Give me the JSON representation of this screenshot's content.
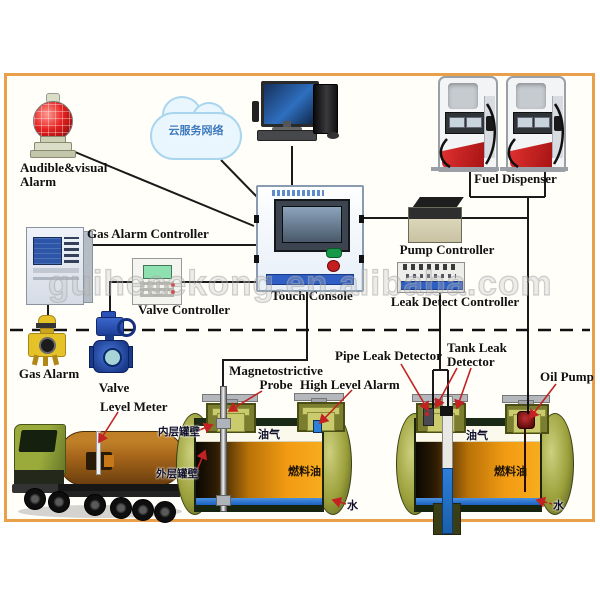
{
  "watermark": "guihecekong.en.alibaba.com",
  "colors": {
    "frame_border": "#E8A04B",
    "line_black": "#1A1A1A",
    "annotation_red": "#CC2222",
    "tank_olive": "#9BA03B",
    "fuel_orange": "#F29B12",
    "water_blue": "#1E6FD0",
    "cloud_text_blue": "#3A7ABF",
    "beacon_red": "#E52020",
    "valve_blue": "#2A52B8",
    "gas_alarm_yellow": "#E6C229"
  },
  "cloud": {
    "label": "云服务网络"
  },
  "devices": {
    "audible_visual_alarm": {
      "label_line1": "Audible&visual",
      "label_line2": "Alarm"
    },
    "gas_alarm_controller": {
      "label": "Gas Alarm Controller"
    },
    "valve_controller": {
      "label": "Valve Controller"
    },
    "gas_alarm": {
      "label": "Gas Alarm"
    },
    "valve": {
      "label": "Valve"
    },
    "level_meter": {
      "label": "Level Meter"
    },
    "touch_console": {
      "label": "Touch Console"
    },
    "pump_controller": {
      "label": "Pump Controller"
    },
    "leak_detect_controller": {
      "label": "Leak Detect Controller"
    },
    "fuel_dispenser": {
      "label": "Fuel Dispenser"
    },
    "magnetostrictive_probe": {
      "label_line1": "Magnetostrictive",
      "label_line2": "Probe"
    },
    "high_level_alarm": {
      "label": "High Level Alarm"
    },
    "pipe_leak_detector": {
      "label": "Pipe Leak Detector"
    },
    "tank_leak_detector": {
      "label_line1": "Tank Leak",
      "label_line2": "Detector"
    },
    "oil_pump": {
      "label": "Oil Pump"
    }
  },
  "tanks": {
    "annotations": {
      "inner_wall": "内层罐壁",
      "outer_wall": "外层罐壁"
    },
    "tank1": {
      "vapor": "油气",
      "fuel": "燃料油",
      "water": "水"
    },
    "tank2": {
      "vapor": "油气",
      "fuel": "燃料油",
      "water": "水"
    }
  }
}
